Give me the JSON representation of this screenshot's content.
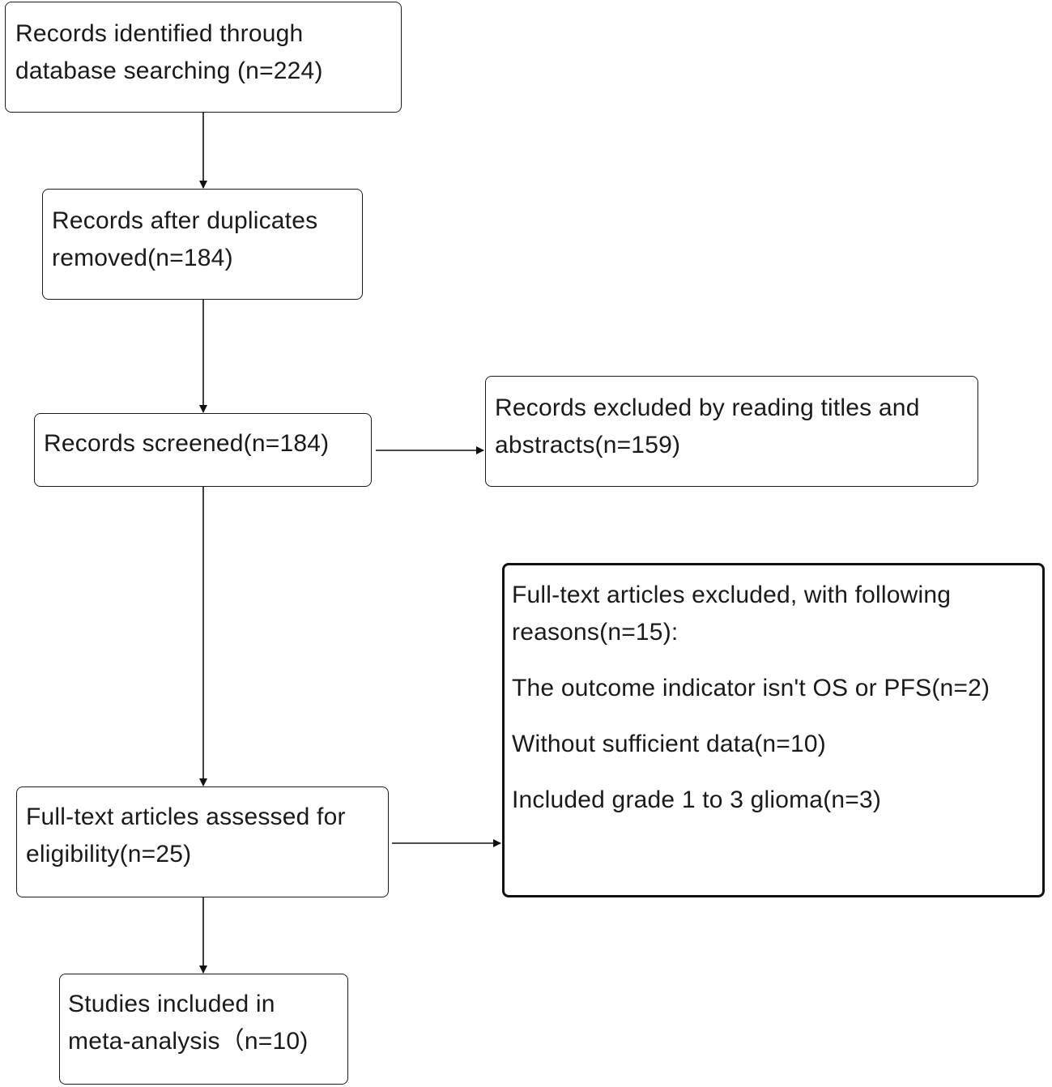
{
  "boxes": {
    "identified": {
      "lines": [
        "Records identified through",
        "database searching (n=224)"
      ]
    },
    "duplicates_removed": {
      "lines": [
        "Records after duplicates",
        "removed(n=184)"
      ]
    },
    "screened": {
      "lines": [
        "Records screened(n=184)"
      ]
    },
    "excluded_titles": {
      "lines": [
        "Records excluded by reading titles and",
        "abstracts(n=159)"
      ]
    },
    "fulltext_excluded": {
      "lines": [
        "Full-text articles excluded, with following",
        "reasons(n=15):"
      ],
      "reasons": [
        "The outcome indicator isn't OS or PFS(n=2)",
        "Without sufficient data(n=10)",
        "Included grade 1 to 3 glioma(n=3)"
      ]
    },
    "assessed": {
      "lines": [
        "Full-text articles assessed for",
        "eligibility(n=25)"
      ]
    },
    "included": {
      "lines": [
        "Studies included in",
        "meta-analysis（n=10)"
      ]
    }
  }
}
